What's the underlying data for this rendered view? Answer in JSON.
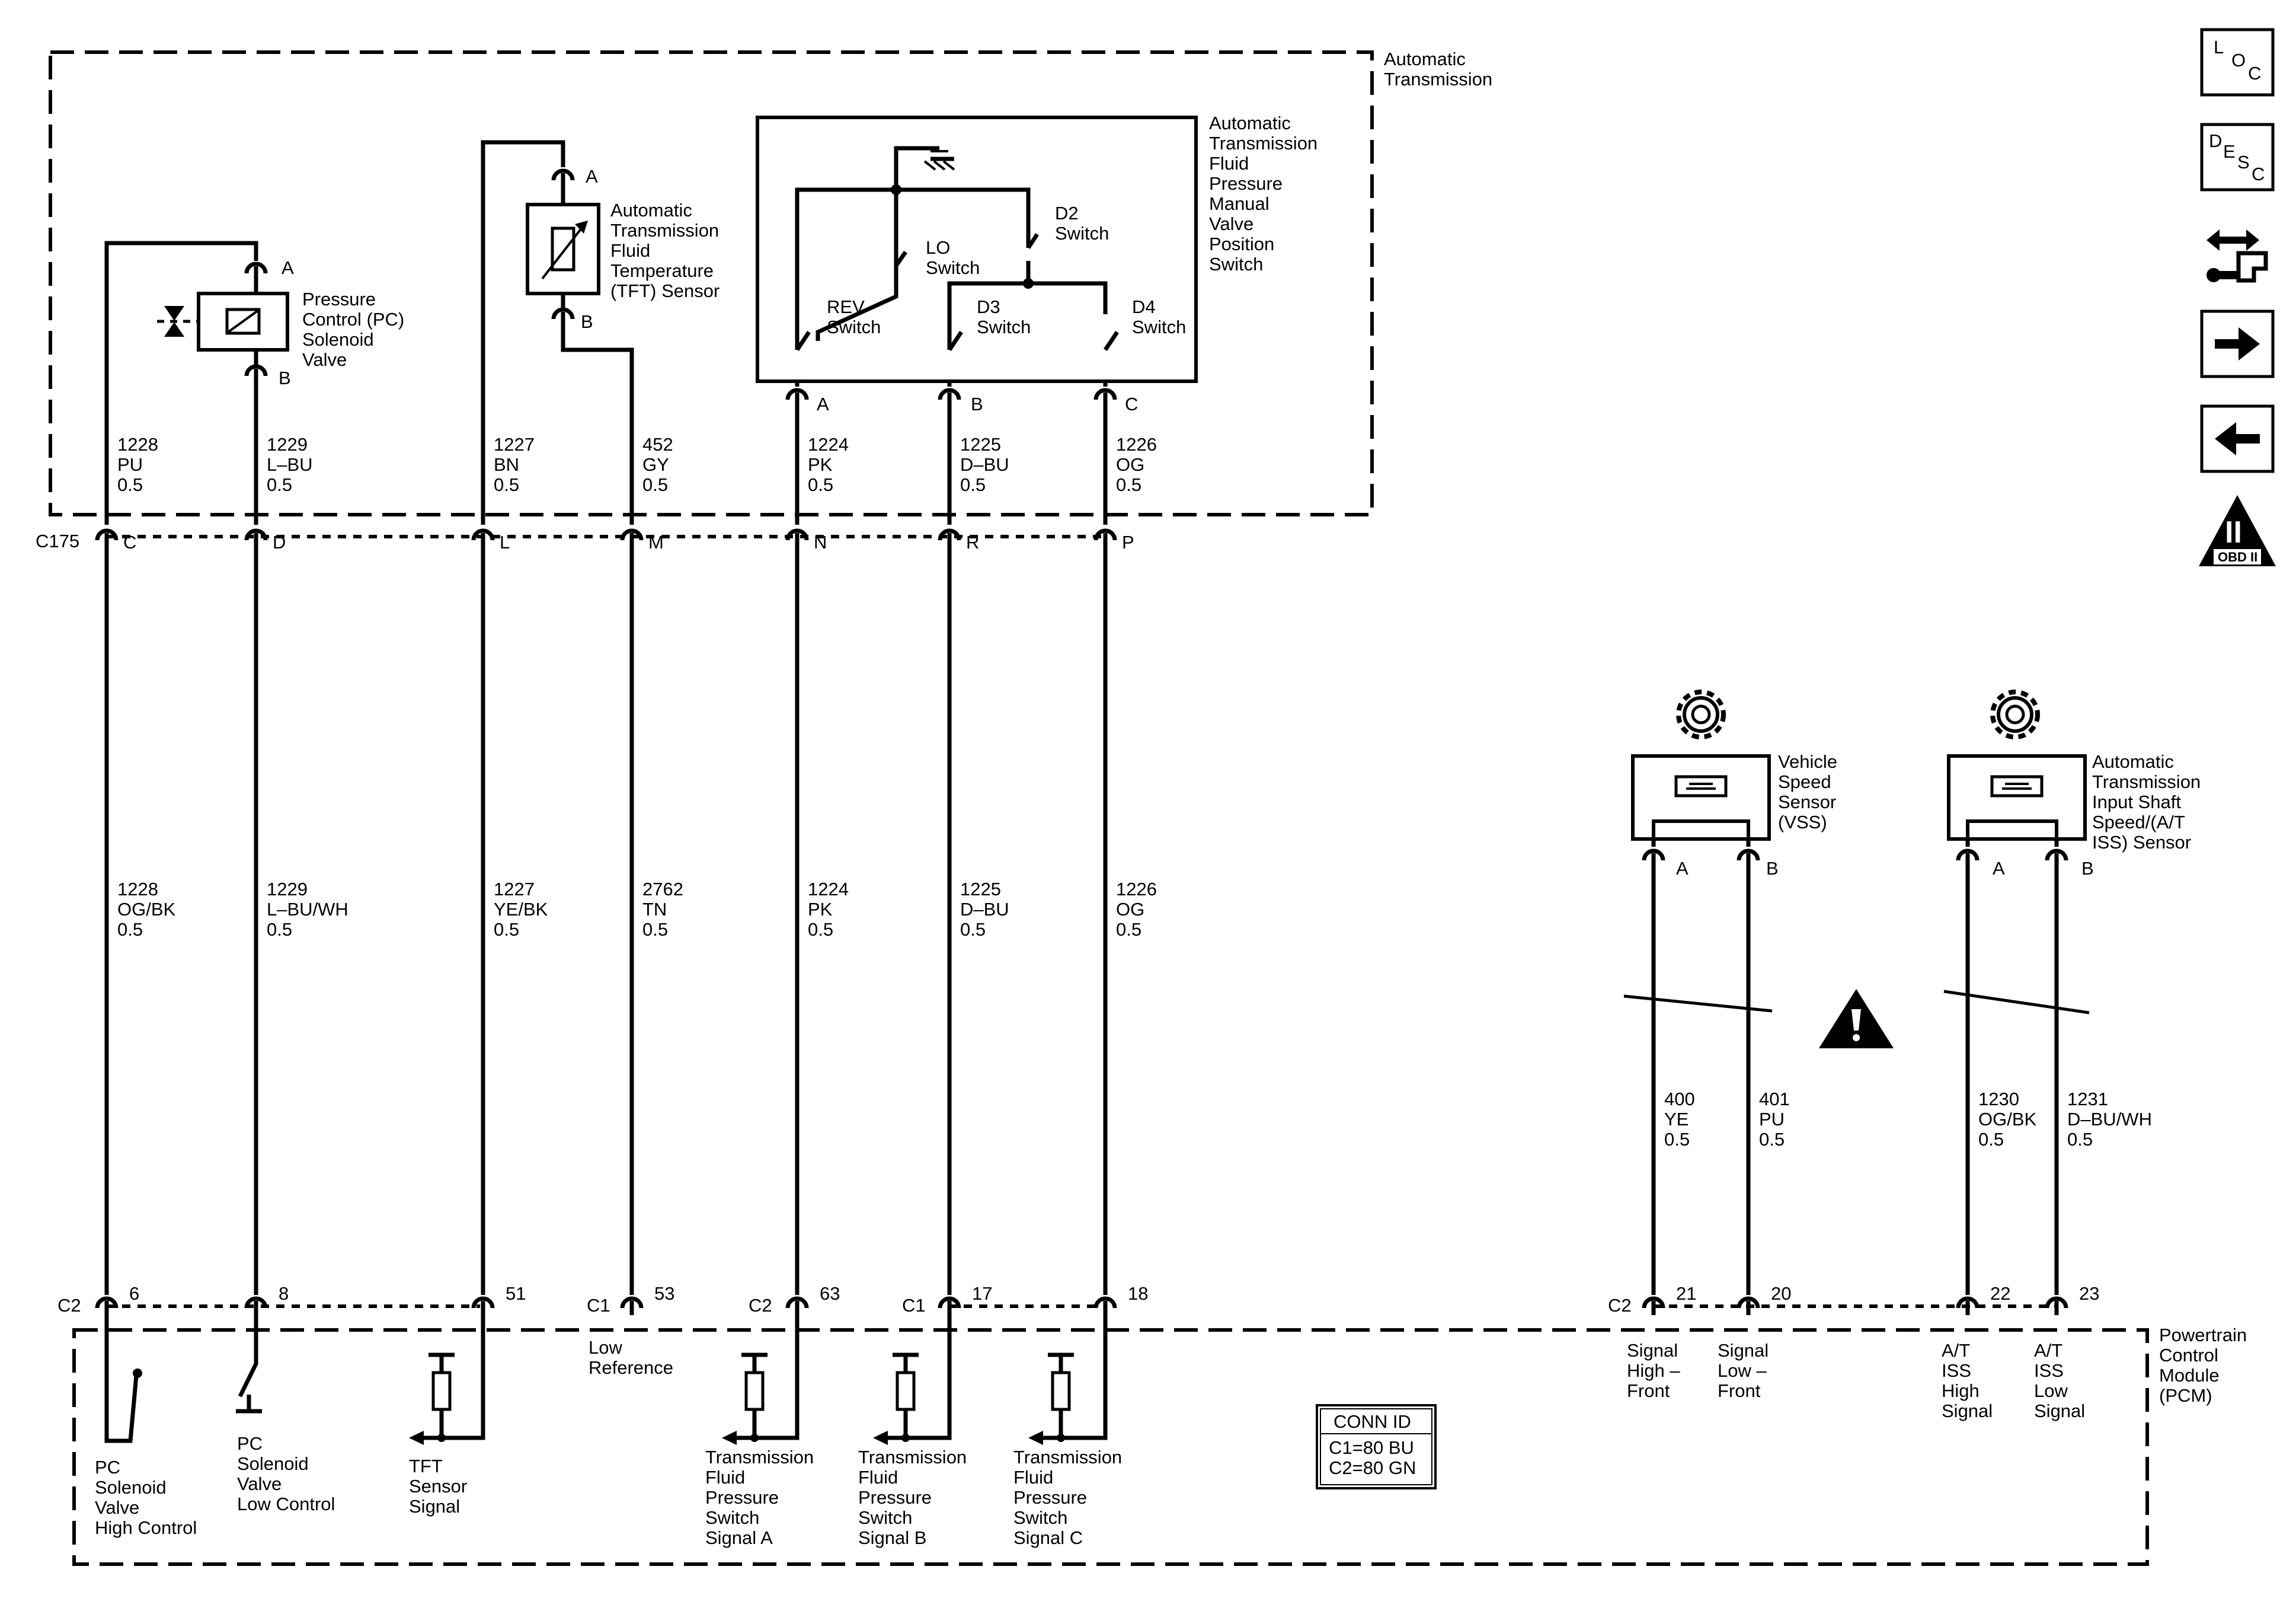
{
  "components": {
    "trans_box": [
      "Automatic",
      "Transmission"
    ],
    "pcm": [
      "Powertrain",
      "Control",
      "Module",
      "(PCM)"
    ],
    "pc_solenoid": [
      "Pressure",
      "Control (PC)",
      "Solenoid",
      "Valve"
    ],
    "tft_sensor": [
      "Automatic",
      "Transmission",
      "Fluid",
      "Temperature",
      "(TFT) Sensor"
    ],
    "switch_assy": [
      "Automatic",
      "Transmission",
      "Fluid",
      "Pressure",
      "Manual",
      "Valve",
      "Position",
      "Switch"
    ],
    "vss": [
      "Vehicle",
      "Speed",
      "Sensor",
      "(VSS)"
    ],
    "iss": [
      "Automatic",
      "Transmission",
      "Input Shaft",
      "Speed/(A/T",
      "ISS) Sensor"
    ],
    "switch_labels": {
      "rev": [
        "REV",
        "Switch"
      ],
      "lo": [
        "LO",
        "Switch"
      ],
      "d2": [
        "D2",
        "Switch"
      ],
      "d3": [
        "D3",
        "Switch"
      ],
      "d4": [
        "D4",
        "Switch"
      ]
    }
  },
  "connectors": {
    "c175": "C175",
    "c1": "C1",
    "c2": "C2",
    "conn_id_title": "CONN ID",
    "conn_id_lines": [
      "C1=80 BU",
      "C2=80 GN"
    ]
  },
  "component_pins": {
    "pc_a": "A",
    "pc_b": "B",
    "tft_a": "A",
    "tft_b": "B",
    "sw_a": "A",
    "sw_b": "B",
    "sw_c": "C",
    "vss_a": "A",
    "vss_b": "B",
    "iss_a": "A",
    "iss_b": "B"
  },
  "wires_upper": [
    [
      "1228",
      "PU",
      "0.5"
    ],
    [
      "1229",
      "L–BU",
      "0.5"
    ],
    [
      "1227",
      "BN",
      "0.5"
    ],
    [
      "452",
      "GY",
      "0.5"
    ],
    [
      "1224",
      "PK",
      "0.5"
    ],
    [
      "1225",
      "D–BU",
      "0.5"
    ],
    [
      "1226",
      "OG",
      "0.5"
    ]
  ],
  "c175_pins": [
    "C",
    "D",
    "L",
    "M",
    "N",
    "R",
    "P"
  ],
  "wires_lower": [
    [
      "1228",
      "OG/BK",
      "0.5"
    ],
    [
      "1229",
      "L–BU/WH",
      "0.5"
    ],
    [
      "1227",
      "YE/BK",
      "0.5"
    ],
    [
      "2762",
      "TN",
      "0.5"
    ],
    [
      "1224",
      "PK",
      "0.5"
    ],
    [
      "1225",
      "D–BU",
      "0.5"
    ],
    [
      "1226",
      "OG",
      "0.5"
    ]
  ],
  "pcm_pins": [
    "6",
    "8",
    "51",
    "53",
    "63",
    "17",
    "18"
  ],
  "sensor_wires": [
    [
      "400",
      "YE",
      "0.5"
    ],
    [
      "401",
      "PU",
      "0.5"
    ],
    [
      "1230",
      "OG/BK",
      "0.5"
    ],
    [
      "1231",
      "D–BU/WH",
      "0.5"
    ]
  ],
  "sensor_pcm_pins": [
    "21",
    "20",
    "22",
    "23"
  ],
  "pcm_labels": {
    "pc_high": [
      "PC",
      "Solenoid",
      "Valve",
      "High Control"
    ],
    "pc_low": [
      "PC",
      "Solenoid",
      "Valve",
      "Low Control"
    ],
    "tft_signal": [
      "TFT",
      "Sensor",
      "Signal"
    ],
    "low_ref": [
      "Low",
      "Reference"
    ],
    "tfp_a": [
      "Transmission",
      "Fluid",
      "Pressure",
      "Switch",
      "Signal A"
    ],
    "tfp_b": [
      "Transmission",
      "Fluid",
      "Pressure",
      "Switch",
      "Signal B"
    ],
    "tfp_c": [
      "Transmission",
      "Fluid",
      "Pressure",
      "Switch",
      "Signal C"
    ],
    "vss_high": [
      "Signal",
      "High –",
      "Front"
    ],
    "vss_low": [
      "Signal",
      "Low –",
      "Front"
    ],
    "iss_high": [
      "A/T",
      "ISS",
      "High",
      "Signal"
    ],
    "iss_low": [
      "A/T",
      "ISS",
      "Low",
      "Signal"
    ]
  },
  "nav_buttons": [
    {
      "name": "loc-button",
      "icon": "loc-icon"
    },
    {
      "name": "desc-button",
      "icon": "desc-icon"
    },
    {
      "name": "connector-button",
      "icon": "connector-icon"
    },
    {
      "name": "next-button",
      "icon": "arrow-right-icon"
    },
    {
      "name": "back-button",
      "icon": "arrow-left-icon"
    },
    {
      "name": "obd-button",
      "icon": "obd-ii-icon"
    }
  ],
  "nav_text": {
    "loc": [
      "L",
      "O",
      "C"
    ],
    "desc": [
      "D",
      "E",
      "S",
      "C"
    ],
    "obd_numeral": "II",
    "obd_label": "OBD II"
  }
}
